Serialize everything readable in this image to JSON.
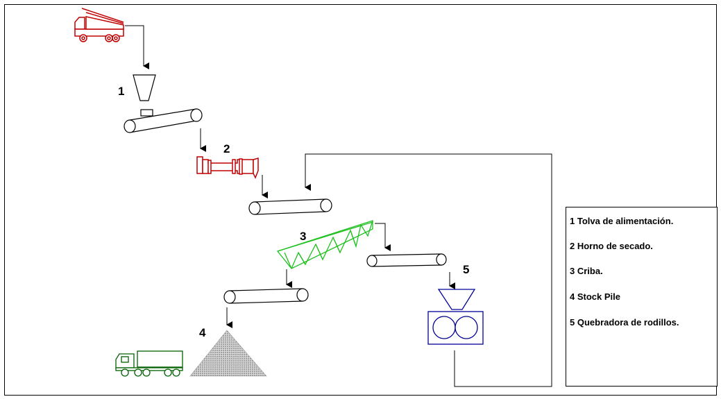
{
  "labels": {
    "n1": "1",
    "n2": "2",
    "n3": "3",
    "n4": "4",
    "n5": "5"
  },
  "legend": {
    "items": [
      "1 Tolva de alimentación.",
      "2 Horno de secado.",
      "3 Criba.",
      "4 Stock Pile",
      "5 Quebradora de rodillos."
    ]
  },
  "icons": [
    "dump-truck-icon",
    "hopper-icon",
    "conveyor-icon",
    "rotary-kiln-icon",
    "screen-icon",
    "stock-pile-icon",
    "delivery-truck-icon",
    "roll-crusher-icon"
  ],
  "colors": {
    "line": "#000000",
    "dump_truck": "#c00000",
    "kiln": "#c00000",
    "screen": "#00c000",
    "delivery_truck": "#006000",
    "crusher": "#000099",
    "pile": "#808080"
  }
}
